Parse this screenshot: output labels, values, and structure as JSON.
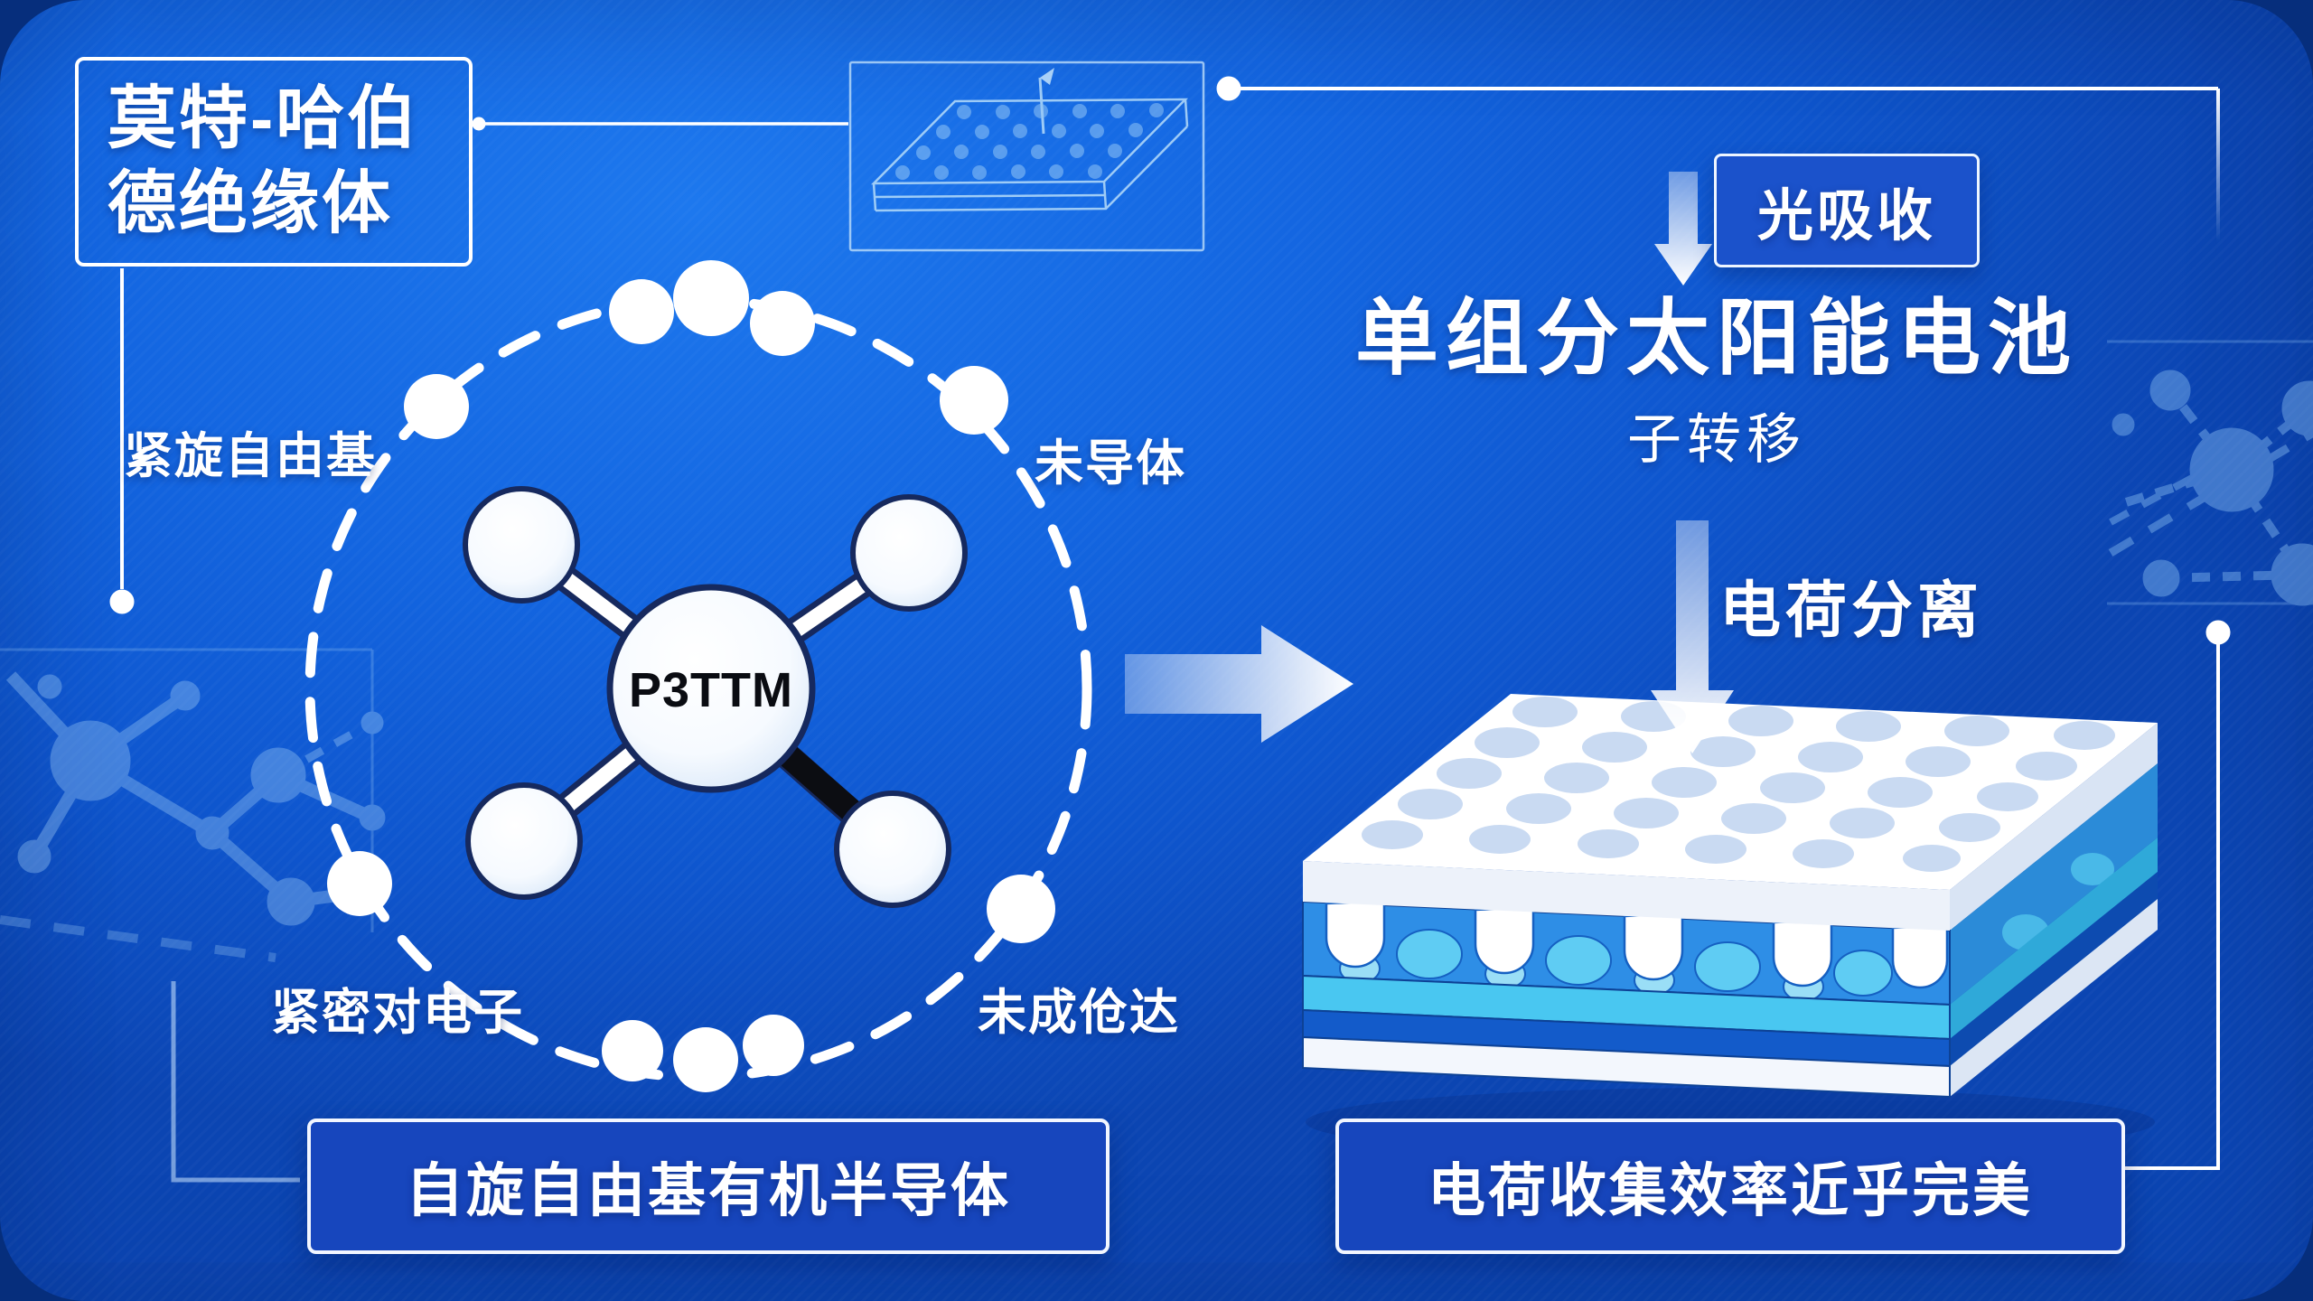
{
  "header": {
    "title_line1": "莫特-哈伯",
    "title_line2": "德绝缘体"
  },
  "molecule": {
    "center_label": "P3TTM",
    "label_top_left": "紧旋自由基",
    "label_top_right": "未导体",
    "label_bottom_left": "紧密对电子",
    "label_bottom_right": "未成伧达",
    "caption": "自旋自由基有机半导体"
  },
  "solar": {
    "absorption_badge": "光吸收",
    "headline": "单组分太阳能电池",
    "subtitle": "子转移",
    "charge_separation": "电荷分离",
    "caption": "电荷收集效率近乎完美"
  },
  "colors": {
    "background_blue": "#1365e0",
    "panel_dark_blue": "#1746bd",
    "badge_blue": "#1b52cb",
    "molecule_outline_navy": "#16295e",
    "cell_cyan": "#49c7f1",
    "cell_mid_blue": "#2e8ee6",
    "white": "#ffffff"
  }
}
